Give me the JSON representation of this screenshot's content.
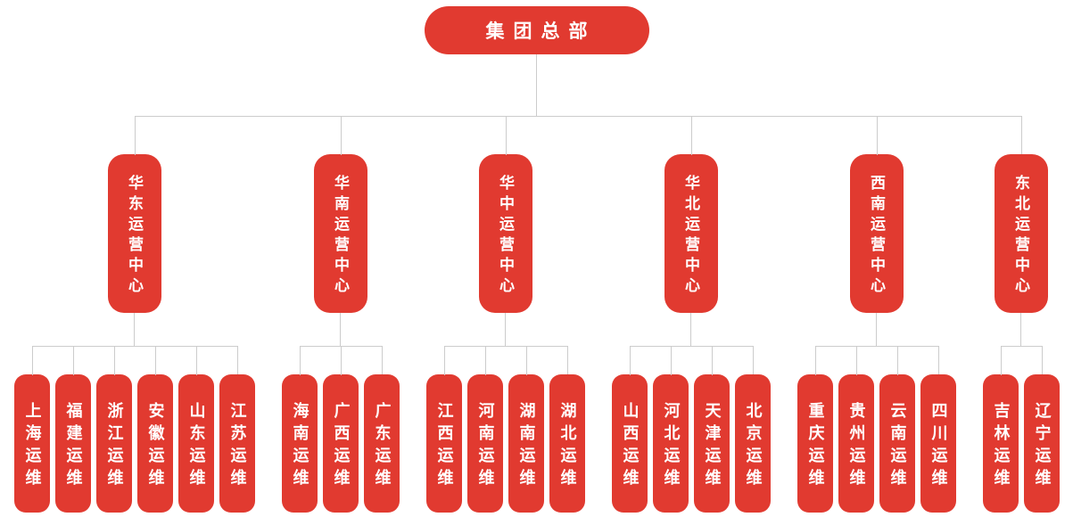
{
  "page": {
    "background": "#ffffff"
  },
  "colors": {
    "node_fill": "#E13A30",
    "node_text": "#ffffff",
    "connector": "#cccccc"
  },
  "chart": {
    "type": "org-tree",
    "root": {
      "label": "集团总部"
    },
    "branches": [
      {
        "label": "华东运营中心",
        "children": [
          "上海运维",
          "福建运维",
          "浙江运维",
          "安徽运维",
          "山东运维",
          "江苏运维"
        ]
      },
      {
        "label": "华南运营中心",
        "children": [
          "海南运维",
          "广西运维",
          "广东运维"
        ]
      },
      {
        "label": "华中运营中心",
        "children": [
          "江西运维",
          "河南运维",
          "湖南运维",
          "湖北运维"
        ]
      },
      {
        "label": "华北运营中心",
        "children": [
          "山西运维",
          "河北运维",
          "天津运维",
          "北京运维"
        ]
      },
      {
        "label": "西南运营中心",
        "children": [
          "重庆运维",
          "贵州运维",
          "云南运维",
          "四川运维"
        ]
      },
      {
        "label": "东北运营中心",
        "children": [
          "吉林运维",
          "辽宁运维"
        ]
      }
    ]
  }
}
